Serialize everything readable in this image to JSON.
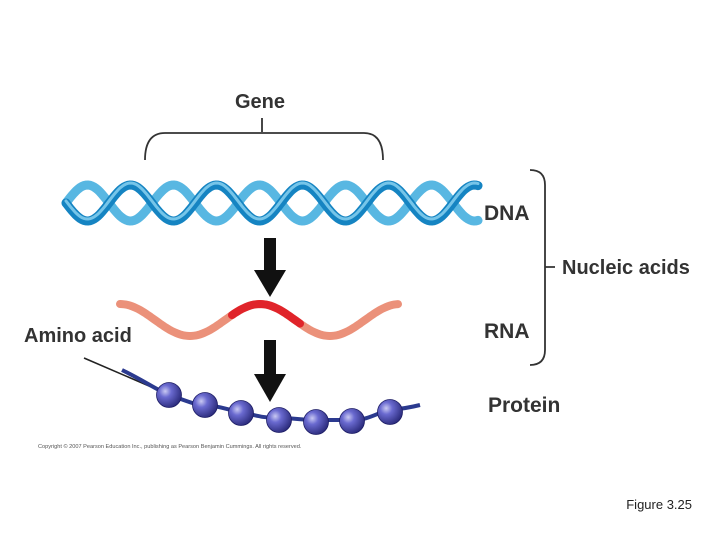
{
  "labels": {
    "gene": "Gene",
    "dna": "DNA",
    "rna": "RNA",
    "protein": "Protein",
    "nucleic_acids": "Nucleic acids",
    "amino_acid": "Amino acid"
  },
  "copyright": "Copyright © 2007 Pearson Education Inc., publishing as Pearson Benjamin Cummings. All rights reserved.",
  "caption": "Figure 3.25",
  "colors": {
    "dna_strand": "#1a8fc9",
    "dna_strand_light": "#6cc3ea",
    "rna_strand": "#e88a74",
    "rna_highlight": "#e0242a",
    "amino_acid_bead": "#4a4aa8",
    "protein_chain": "#2b3a8f",
    "arrow": "#111111",
    "label_text": "#333333"
  }
}
